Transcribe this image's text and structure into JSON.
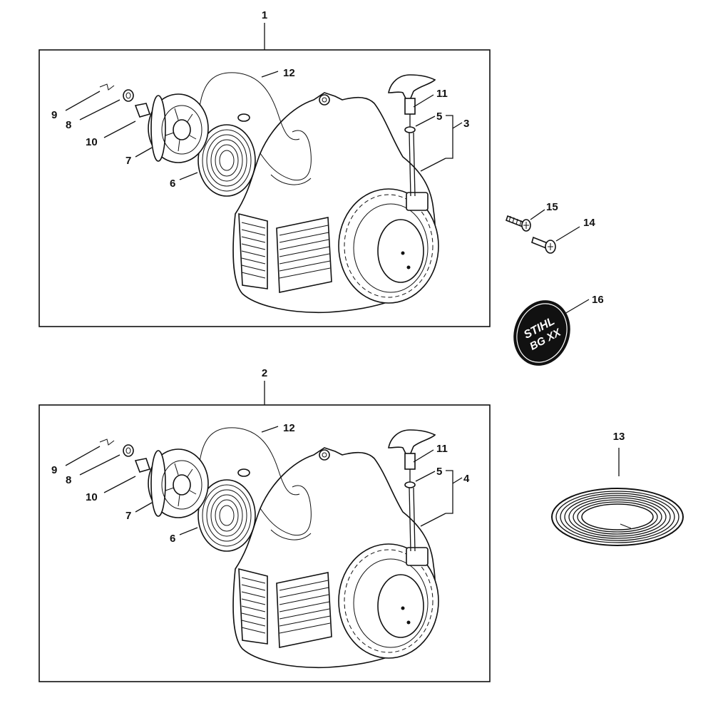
{
  "colors": {
    "ink": "#111111",
    "paper": "#ffffff"
  },
  "assemblies": [
    {
      "label": "1",
      "callouts": {
        "p12": "12",
        "p11": "11",
        "p9": "9",
        "p8": "8",
        "p10": "10",
        "p7": "7",
        "p6": "6",
        "p5": "5",
        "kit": "3"
      }
    },
    {
      "label": "2",
      "callouts": {
        "p12": "12",
        "p11": "11",
        "p9": "9",
        "p8": "8",
        "p10": "10",
        "p7": "7",
        "p6": "6",
        "p5": "5",
        "kit": "4"
      }
    }
  ],
  "loose_parts": {
    "p15": "15",
    "p14": "14",
    "p16": "16",
    "p13": "13"
  },
  "logo": {
    "line1": "STIHL",
    "line2": "BG XX"
  }
}
